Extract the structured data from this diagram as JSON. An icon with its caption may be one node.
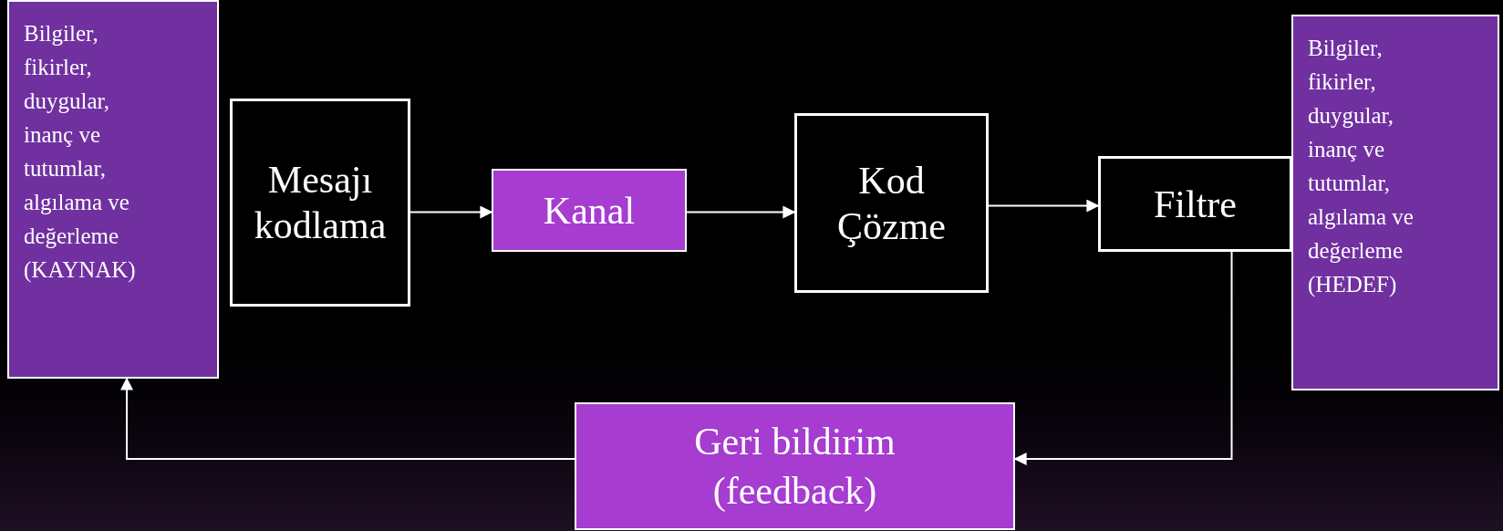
{
  "diagram": {
    "nodes": [
      {
        "text": [
          "Bilgiler, fikirler, duygular, inanç ve tutumlar, algılama ve değerleme (KAYNAK)"
        ]
      },
      {
        "text": [
          "Mesajı kodlama"
        ]
      },
      {
        "text": [
          "Kanal"
        ]
      },
      {
        "text": [
          "Kod Çözme"
        ]
      },
      {
        "text": [
          "Filtre"
        ]
      },
      {
        "text": [
          "Bilgiler, fikirler, duygular, inanç ve tutumlar, algılama ve değerleme (HEDEF)"
        ]
      },
      {
        "text": [
          "Geri bildirim (feedback)"
        ]
      }
    ],
    "edges": [
      {
        "from": 1,
        "to": 2,
        "arrow": "to"
      },
      {
        "from": 2,
        "to": 3,
        "arrow": "to"
      },
      {
        "from": 3,
        "to": 4,
        "arrow": "to"
      },
      {
        "from": 4,
        "to": 6,
        "arrow": "to"
      },
      {
        "from": 6,
        "to": 0,
        "arrow": "to"
      }
    ]
  }
}
